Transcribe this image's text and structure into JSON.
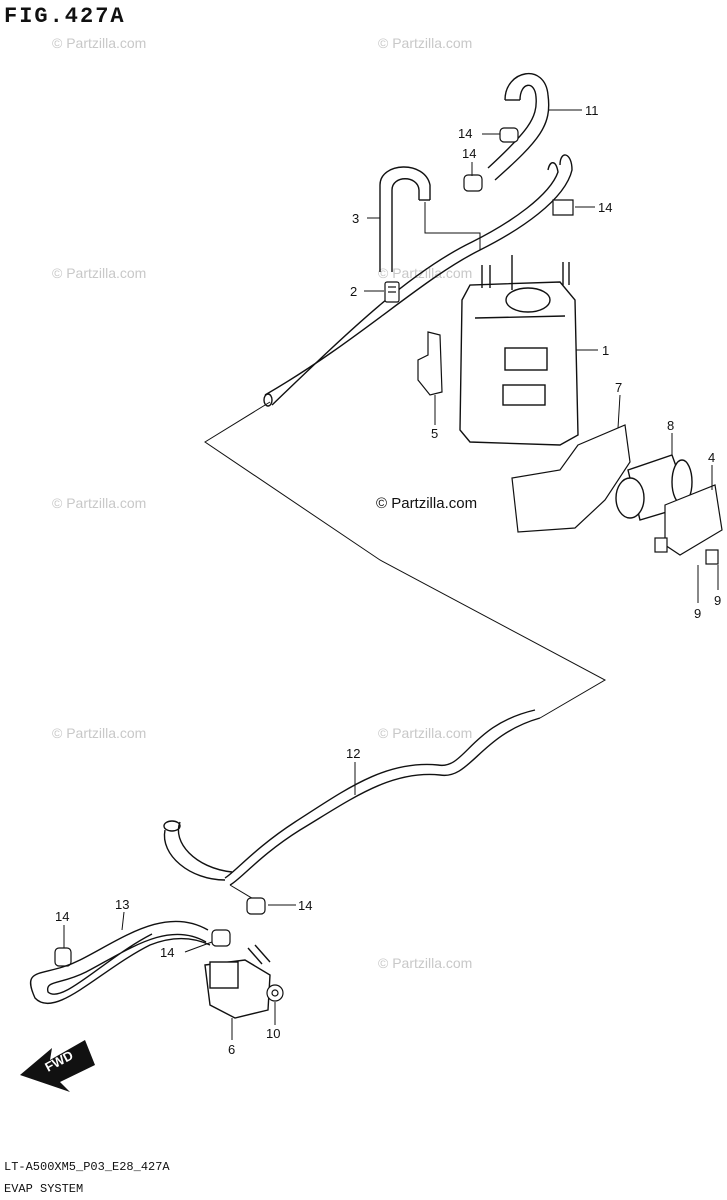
{
  "figure": {
    "title": "FIG.427A",
    "code": "LT-A500XM5_P03_E28_427A",
    "system": "EVAP SYSTEM"
  },
  "watermark": "© Partzilla.com",
  "center_watermark": "© Partzilla.com",
  "callouts": [
    "1",
    "2",
    "3",
    "4",
    "5",
    "6",
    "7",
    "8",
    "9",
    "9",
    "10",
    "11",
    "12",
    "13",
    "14",
    "14",
    "14",
    "14",
    "14",
    "14"
  ],
  "fwd_label": "FWD",
  "colors": {
    "line": "#111111",
    "watermark": "#c8c8c8",
    "background": "#ffffff"
  }
}
